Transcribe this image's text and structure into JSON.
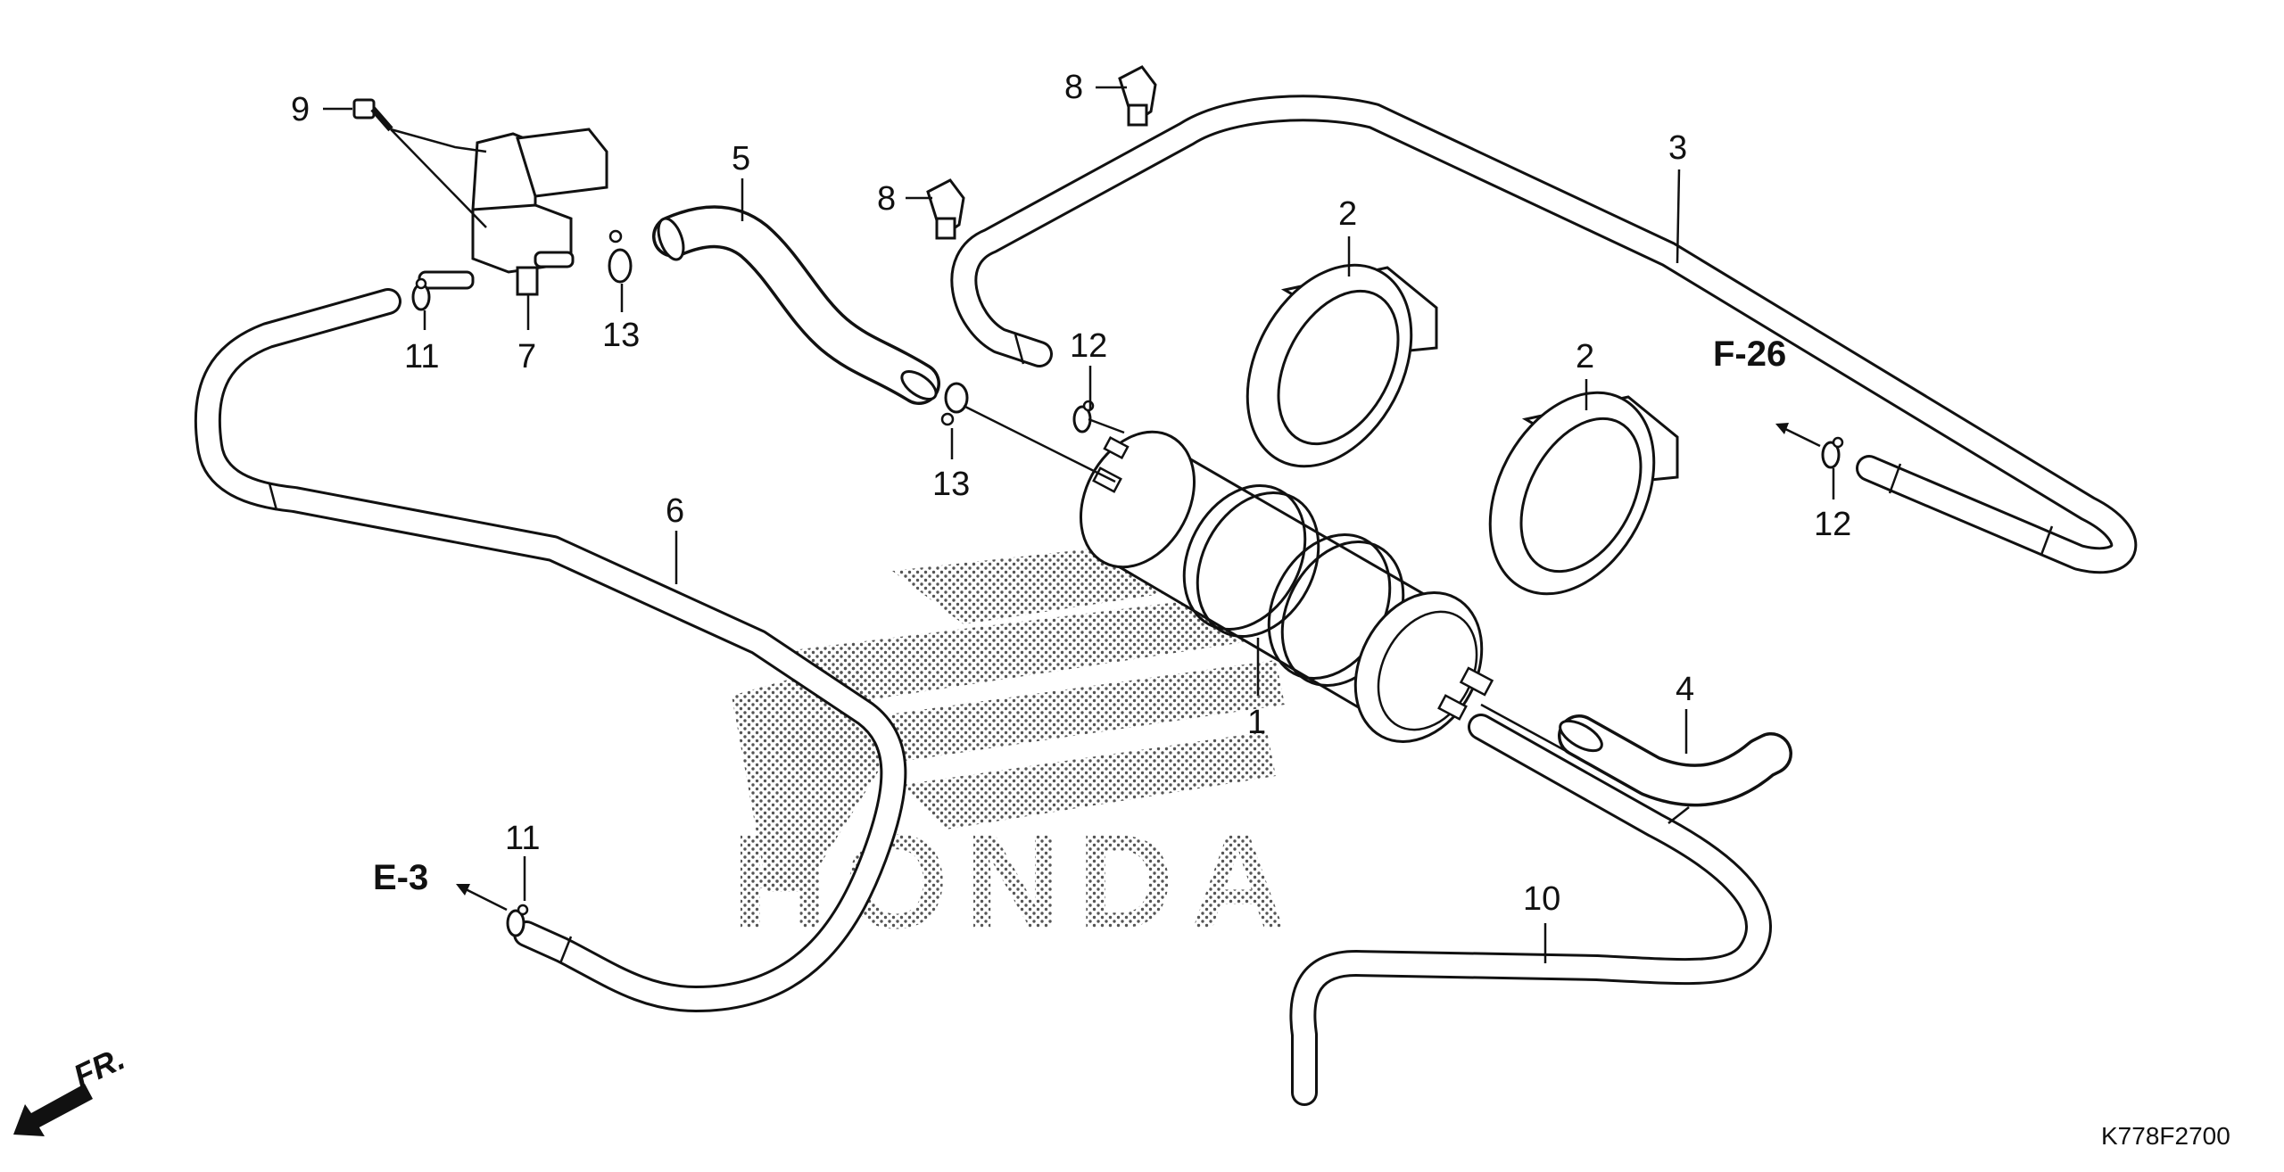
{
  "callouts": {
    "p1": "1",
    "p2a": "2",
    "p2b": "2",
    "p3": "3",
    "p4": "4",
    "p5": "5",
    "p6": "6",
    "p7": "7",
    "p8a": "8",
    "p8b": "8",
    "p9": "9",
    "p10": "10",
    "p11a": "11",
    "p11b": "11",
    "p12a": "12",
    "p12b": "12",
    "p13a": "13",
    "p13b": "13"
  },
  "references": {
    "f26": "F-26",
    "e3": "E-3"
  },
  "direction_label": "FR.",
  "watermark": "HONDA",
  "diagram_code": "K778F2700"
}
